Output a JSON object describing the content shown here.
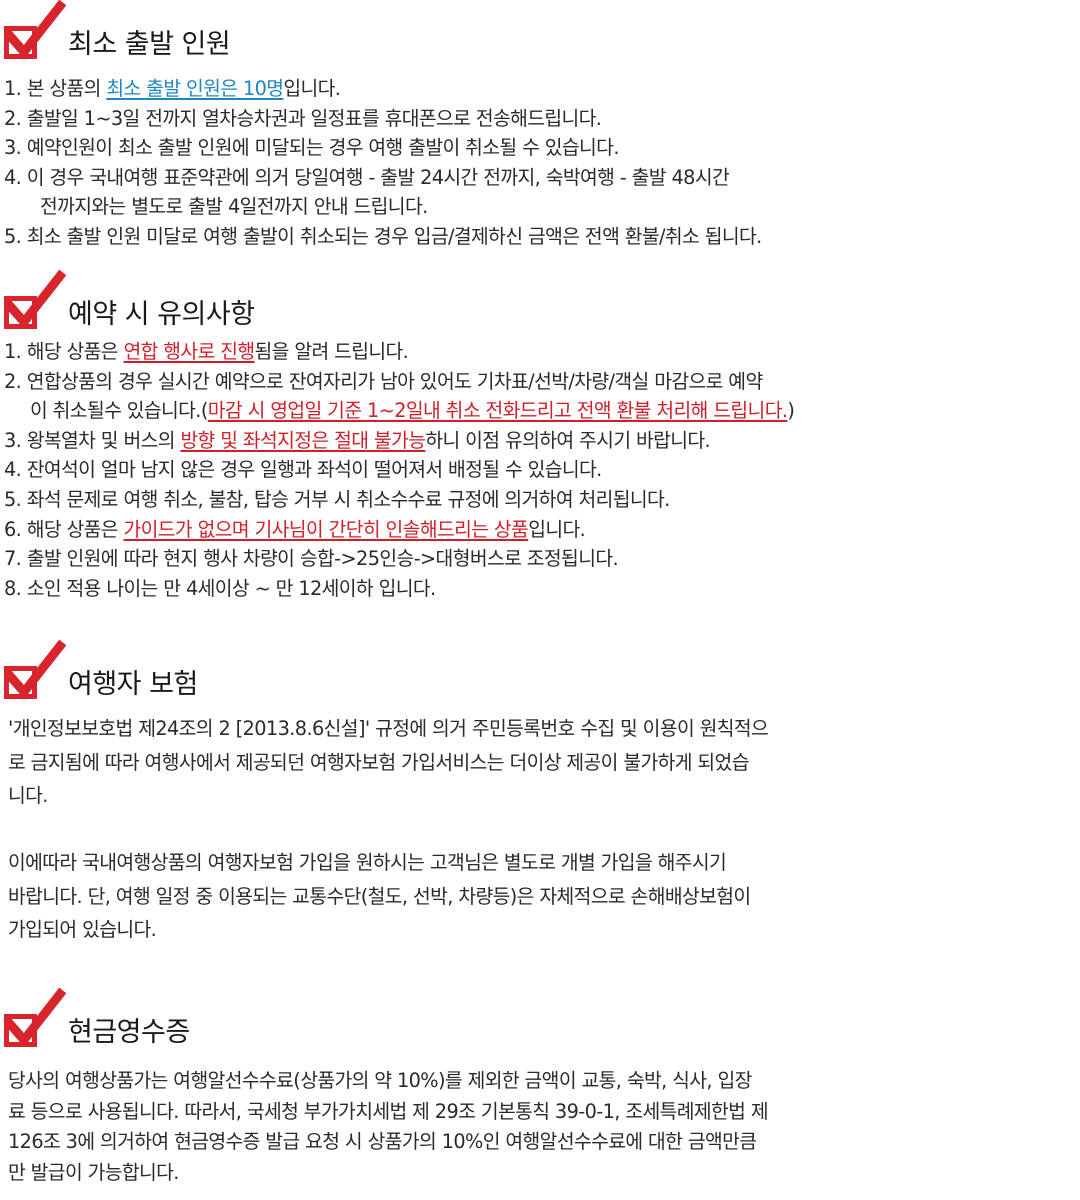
{
  "accent_color": "#d8242c",
  "sections": {
    "min_departure": {
      "title": "최소 출발 인원",
      "icon": "checkbox-checkmark-icon",
      "items": [
        {
          "pre": "1. 본 상품의 ",
          "hl": "최소 출발 인원은 10명",
          "post": "입니다."
        },
        {
          "text": "2. 출발일 1~3일 전까지 열차승차권과 일정표를 휴대폰으로 전송해드립니다."
        },
        {
          "text": "3. 예약인원이 최소 출발 인원에 미달되는 경우 여행 출발이 취소될 수 있습니다."
        },
        {
          "text": "4. 이 경우 국내여행 표준약관에 의거 당일여행 - 출발 24시간 전까지, 숙박여행 - 출발 48시간"
        },
        {
          "text": "전까지와는 별도로 출발 4일전까지 안내 드립니다."
        },
        {
          "text": "5. 최소 출발 인원 미달로 여행 출발이 취소되는 경우 입금/결제하신 금액은 전액 환불/취소 됩니다."
        }
      ]
    },
    "booking_notes": {
      "title": "예약 시 유의사항",
      "icon": "checkbox-checkmark-icon",
      "items": [
        {
          "pre": "1. 해당 상품은 ",
          "hl": "연합 행사로 진행",
          "post": "됨을 알려 드립니다."
        },
        {
          "text": "2. 연합상품의 경우 실시간 예약으로 잔여자리가 남아 있어도 기차표/선박/차량/객실 마감으로 예약"
        },
        {
          "pre": "이 취소될수 있습니다.(",
          "hl": "마감 시 영업일 기준 1~2일내 취소 전화드리고 전액 환불 처리해 드립니다.",
          "post": ")"
        },
        {
          "pre": "3. 왕복열차 및 버스의 ",
          "hl": "방향 및 좌석지정은 절대 불가능",
          "post": "하니 이점 유의하여 주시기 바랍니다."
        },
        {
          "text": "4. 잔여석이 얼마 남지 않은 경우 일행과 좌석이 떨어져서 배정될 수 있습니다."
        },
        {
          "text": "5. 좌석 문제로 여행 취소, 불참, 탑승 거부 시 취소수수료 규정에 의거하여 처리됩니다."
        },
        {
          "pre": "6. 해당 상품은 ",
          "hl": "가이드가 없으며 기사님이 간단히 인솔해드리는 상품",
          "post": "입니다."
        },
        {
          "text": "7. 출발 인원에 따라 현지 행사 차량이 승합->25인승->대형버스로 조정됩니다."
        },
        {
          "text": "8. 소인 적용 나이는 만 4세이상 ~ 만 12세이하 입니다."
        }
      ]
    },
    "insurance": {
      "title": "여행자 보험",
      "icon": "checkbox-checkmark-icon",
      "lines": [
        "'개인정보보호법 제24조의 2 [2013.8.6신설]' 규정에 의거 주민등록번호 수집 및 이용이 원칙적으",
        "로 금지됨에 따라 여행사에서 제공되던 여행자보험 가입서비스는 더이상 제공이 불가하게 되었습",
        "니다.",
        "",
        "이에따라 국내여행상품의 여행자보험 가입을 원하시는 고객님은 별도로 개별 가입을 해주시기",
        "바랍니다. 단, 여행 일정 중 이용되는 교통수단(철도, 선박, 차량등)은 자체적으로 손해배상보험이",
        "가입되어 있습니다."
      ]
    },
    "cash_receipt": {
      "title": "현금영수증",
      "icon": "checkbox-checkmark-icon",
      "lines": [
        "당사의 여행상품가는 여행알선수수료(상품가의 약 10%)를 제외한 금액이 교통, 숙박, 식사, 입장",
        "료 등으로 사용됩니다. 따라서, 국세청 부가가치세법 제 29조 기본통칙 39-0-1, 조세특례제한법 제",
        "126조 3에 의거하여 현금영수증 발급 요청 시 상품가의 10%인 여행알선수수료에 대한 금액만큼",
        "만 발급이 가능합니다."
      ]
    }
  }
}
